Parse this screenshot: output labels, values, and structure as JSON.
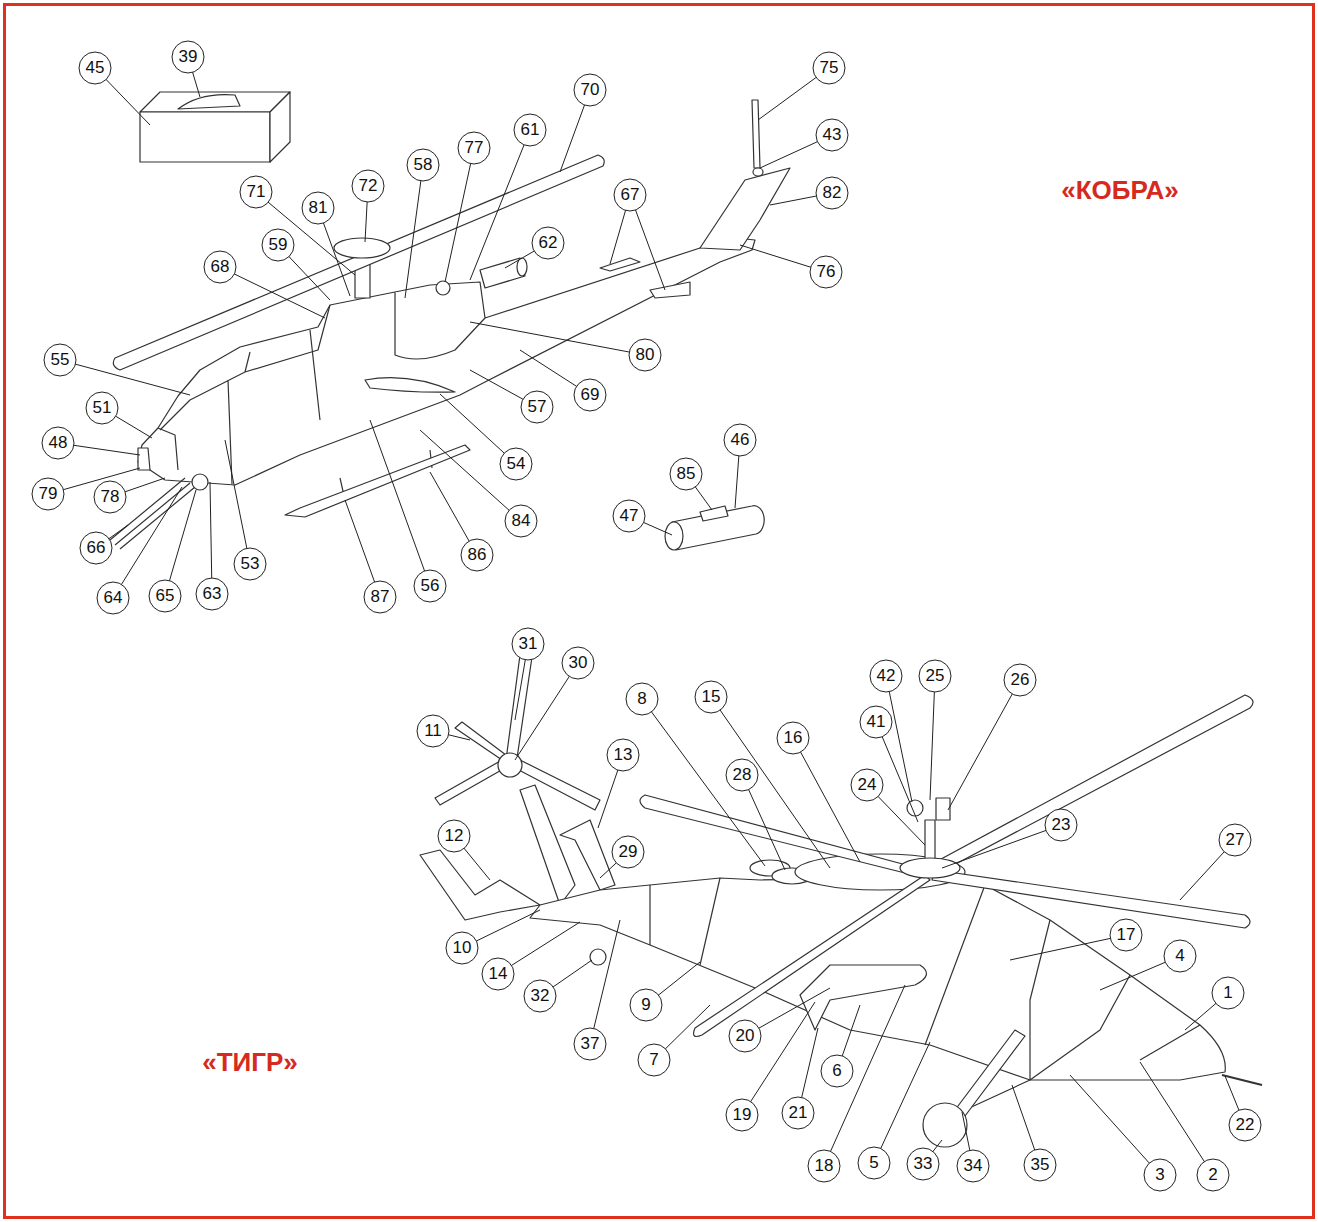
{
  "diagram": {
    "labels": [
      "«КОБРА»",
      "45",
      "39",
      "70",
      "75",
      "43",
      "77",
      "61",
      "58",
      "72",
      "71",
      "81",
      "82",
      "67",
      "62",
      "59",
      "68",
      "76",
      "55",
      "80",
      "69",
      "57",
      "51",
      "48",
      "54",
      "79",
      "78",
      "85",
      "46",
      "47",
      "84",
      "66",
      "86",
      "53",
      "64",
      "65",
      "63",
      "87",
      "56",
      "«ТИГР»",
      "31",
      "30",
      "8",
      "15",
      "42",
      "25",
      "26",
      "16",
      "11",
      "13",
      "41",
      "28",
      "24",
      "23",
      "27",
      "12",
      "29",
      "17",
      "4",
      "1",
      "10",
      "14",
      "32",
      "9",
      "37",
      "7",
      "20",
      "6",
      "22",
      "19",
      "21",
      "18",
      "5",
      "33",
      "34",
      "35",
      "3",
      "2"
    ]
  }
}
